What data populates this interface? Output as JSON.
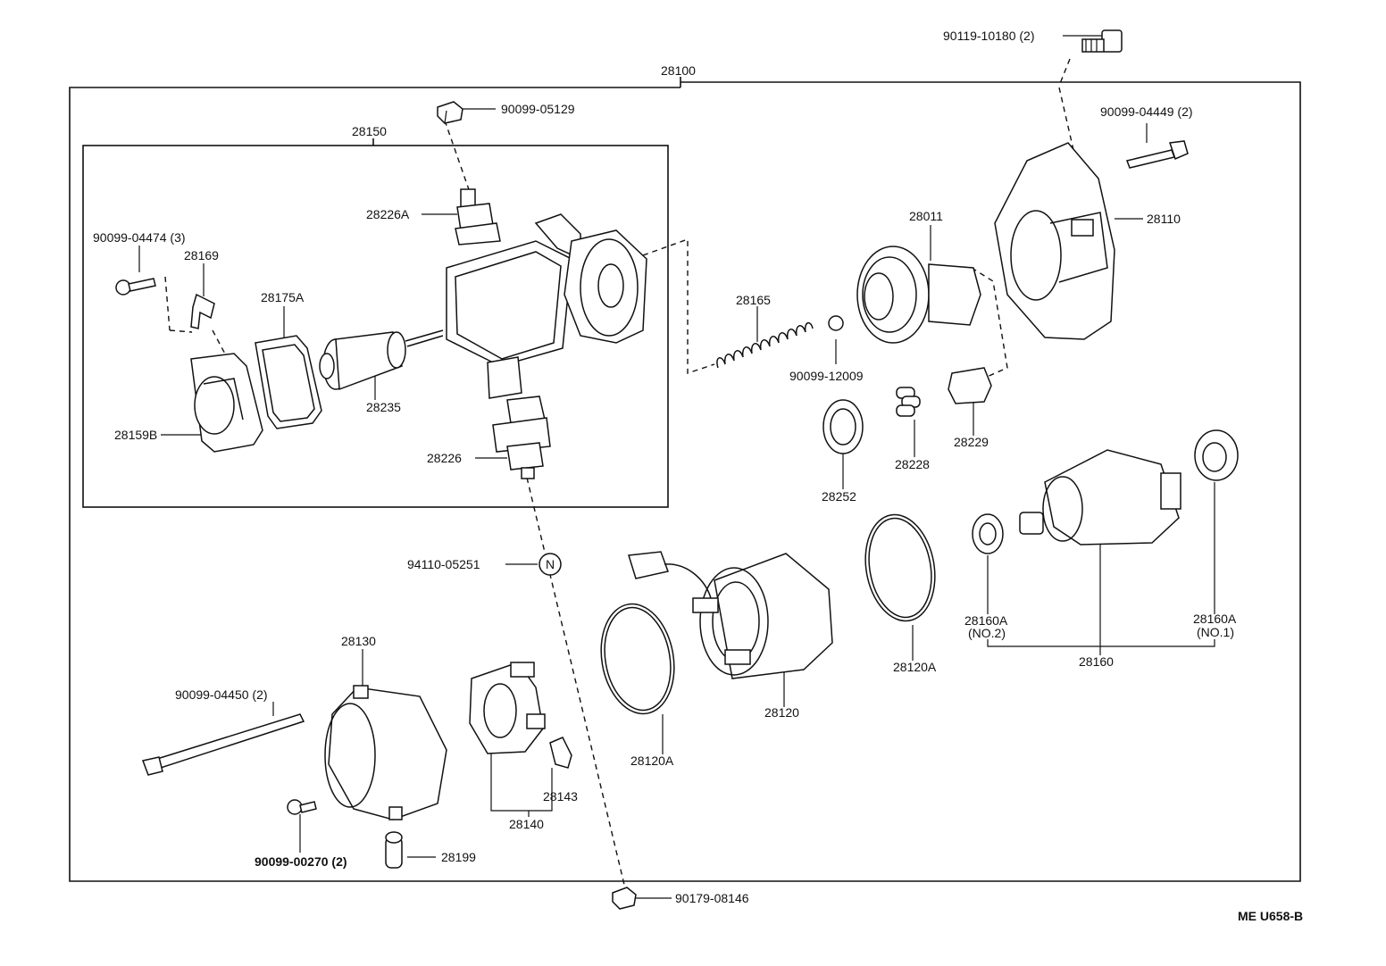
{
  "labels": {
    "p90119_10180": "90119-10180 (2)",
    "p28100": "28100",
    "p90099_05129": "90099-05129",
    "p90099_04449": "90099-04449 (2)",
    "p28150": "28150",
    "p28226A": "28226A",
    "p90099_04474": "90099-04474 (3)",
    "p28169": "28169",
    "p28175A": "28175A",
    "p28011": "28011",
    "p28110": "28110",
    "p28165": "28165",
    "p90099_12009": "90099-12009",
    "p28235": "28235",
    "p28159B": "28159B",
    "p28226": "28226",
    "p28252": "28252",
    "p28228": "28228",
    "p28229": "28229",
    "p94110_05251": "94110-05251",
    "p28130": "28130",
    "p90099_04450": "90099-04450 (2)",
    "p28120": "28120",
    "p28120A_left": "28120A",
    "p28120A_right": "28120A",
    "p28160A_no2": "28160A",
    "p28160A_no2_sub": "(NO.2)",
    "p28160A_no1": "28160A",
    "p28160A_no1_sub": "(NO.1)",
    "p28160": "28160",
    "p28143": "28143",
    "p28140": "28140",
    "p90099_00270": "90099-00270 (2)",
    "p28199": "28199",
    "p90179_08146": "90179-08146",
    "ref_code": "ME  U658-B",
    "n_marker": "N"
  }
}
